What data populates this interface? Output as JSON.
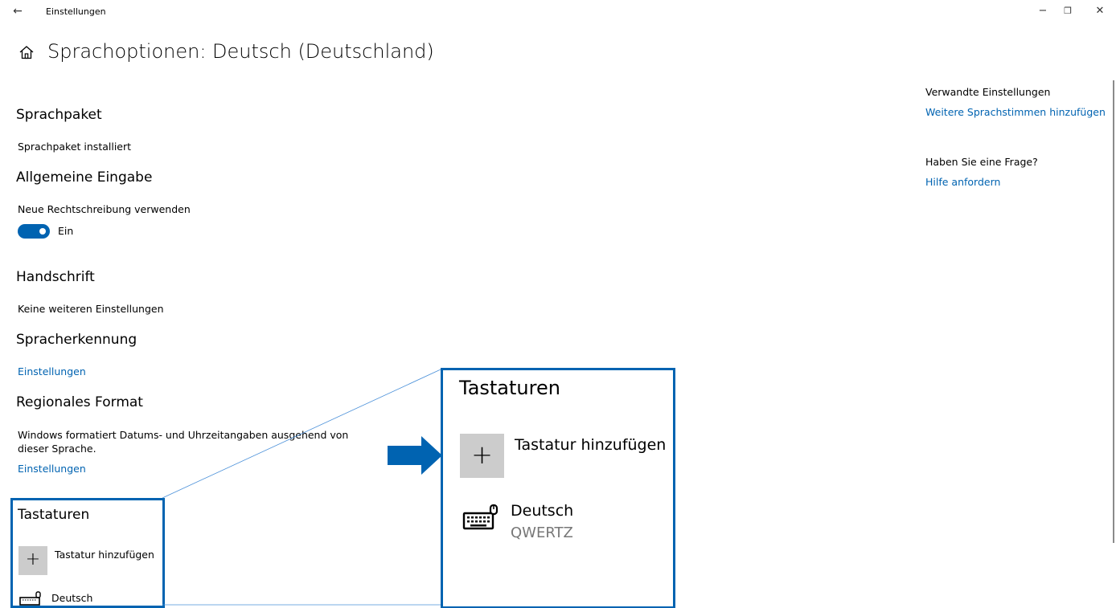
{
  "titlebar": {
    "back_glyph": "←",
    "app_title": "Einstellungen",
    "minimize_glyph": "−",
    "restore_glyph": "❐",
    "close_glyph": "✕"
  },
  "header": {
    "title": "Sprachoptionen: Deutsch (Deutschland)"
  },
  "sections": {
    "sprachpaket": {
      "heading": "Sprachpaket",
      "status": "Sprachpaket installiert"
    },
    "allgemeine_eingabe": {
      "heading": "Allgemeine Eingabe",
      "option_label": "Neue Rechtschreibung verwenden",
      "toggle_state": "Ein",
      "toggle_on": true
    },
    "handschrift": {
      "heading": "Handschrift",
      "status": "Keine weiteren Einstellungen"
    },
    "spracherkennung": {
      "heading": "Spracherkennung",
      "link": "Einstellungen"
    },
    "regionales_format": {
      "heading": "Regionales Format",
      "description": "Windows formatiert Datums- und Uhrzeitangaben ausgehend von dieser Sprache.",
      "link": "Einstellungen"
    },
    "tastaturen": {
      "heading": "Tastaturen",
      "plus_glyph": "+",
      "add_label": "Tastatur hinzufügen",
      "keyboard_language": "Deutsch",
      "keyboard_layout": "QWERTZ"
    }
  },
  "related": {
    "heading": "Verwandte Einstellungen",
    "link": "Weitere Sprachstimmen hinzufügen",
    "question_heading": "Haben Sie eine Frage?",
    "help_link": "Hilfe anfordern"
  },
  "colors": {
    "accent": "#0063b1",
    "plus_tile": "#cccccc",
    "secondary_text": "#777777"
  }
}
